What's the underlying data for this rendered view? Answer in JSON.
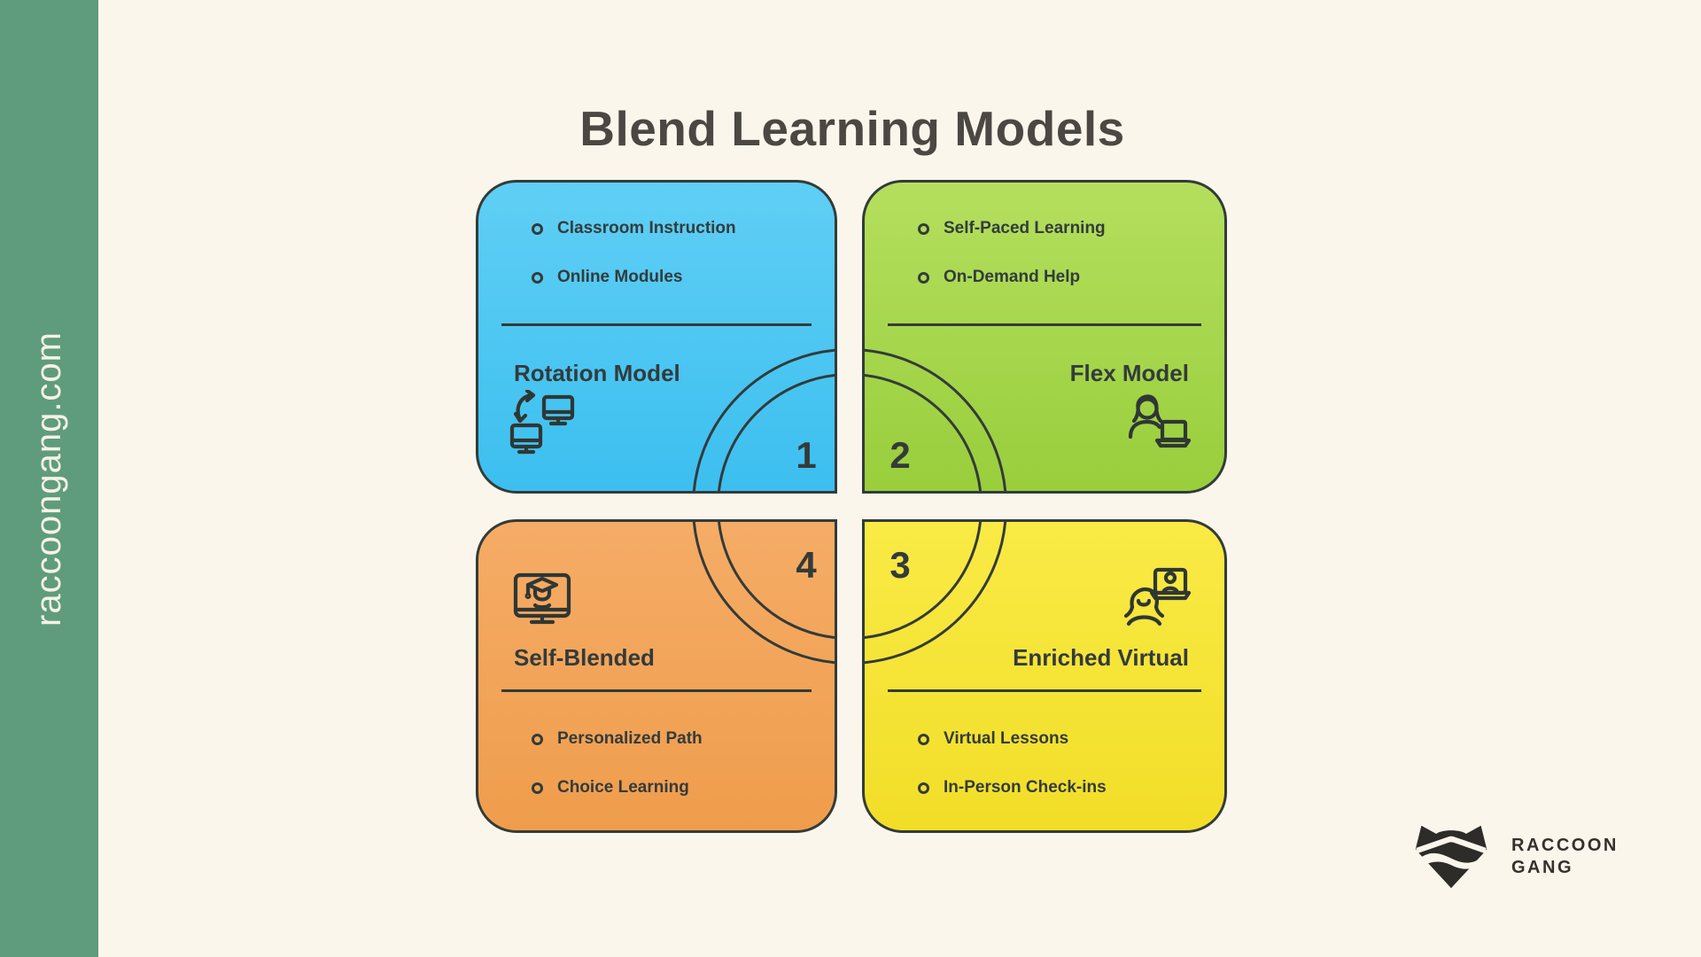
{
  "page": {
    "background": "#FAF6EC",
    "title": "Blend Learning Models",
    "title_color": "#4B4843"
  },
  "sidebar": {
    "text": "raccoongang.com",
    "background": "#5F9C7D",
    "text_color": "#F6F2E6"
  },
  "quadrants": [
    {
      "number": "1",
      "title": "Rotation Model",
      "bullets": [
        "Classroom Instruction",
        "Online Modules"
      ],
      "icon": "swap-monitors-icon",
      "color_top": "#60CFF5",
      "color_bottom": "#3CBFEF",
      "position": "top-left"
    },
    {
      "number": "2",
      "title": "Flex Model",
      "bullets": [
        "Self-Paced Learning",
        "On-Demand Help"
      ],
      "icon": "person-with-laptop-icon",
      "color_top": "#B4DF5E",
      "color_bottom": "#99CE3C",
      "position": "top-right"
    },
    {
      "number": "3",
      "title": "Enriched Virtual",
      "bullets": [
        "Virtual Lessons",
        "In-Person Check-ins"
      ],
      "icon": "video-call-icon",
      "color_top": "#F9EA45",
      "color_bottom": "#F2DE28",
      "position": "bottom-right"
    },
    {
      "number": "4",
      "title": "Self-Blended",
      "bullets": [
        "Personalized Path",
        "Choice Learning"
      ],
      "icon": "graduate-on-monitor-icon",
      "color_top": "#F5AC66",
      "color_bottom": "#EF9D4C",
      "position": "bottom-left"
    }
  ],
  "logo": {
    "line1": "RACCOON",
    "line2": "GANG"
  },
  "accents": {
    "outline": "#333B39",
    "card_text": "#333B3C"
  }
}
